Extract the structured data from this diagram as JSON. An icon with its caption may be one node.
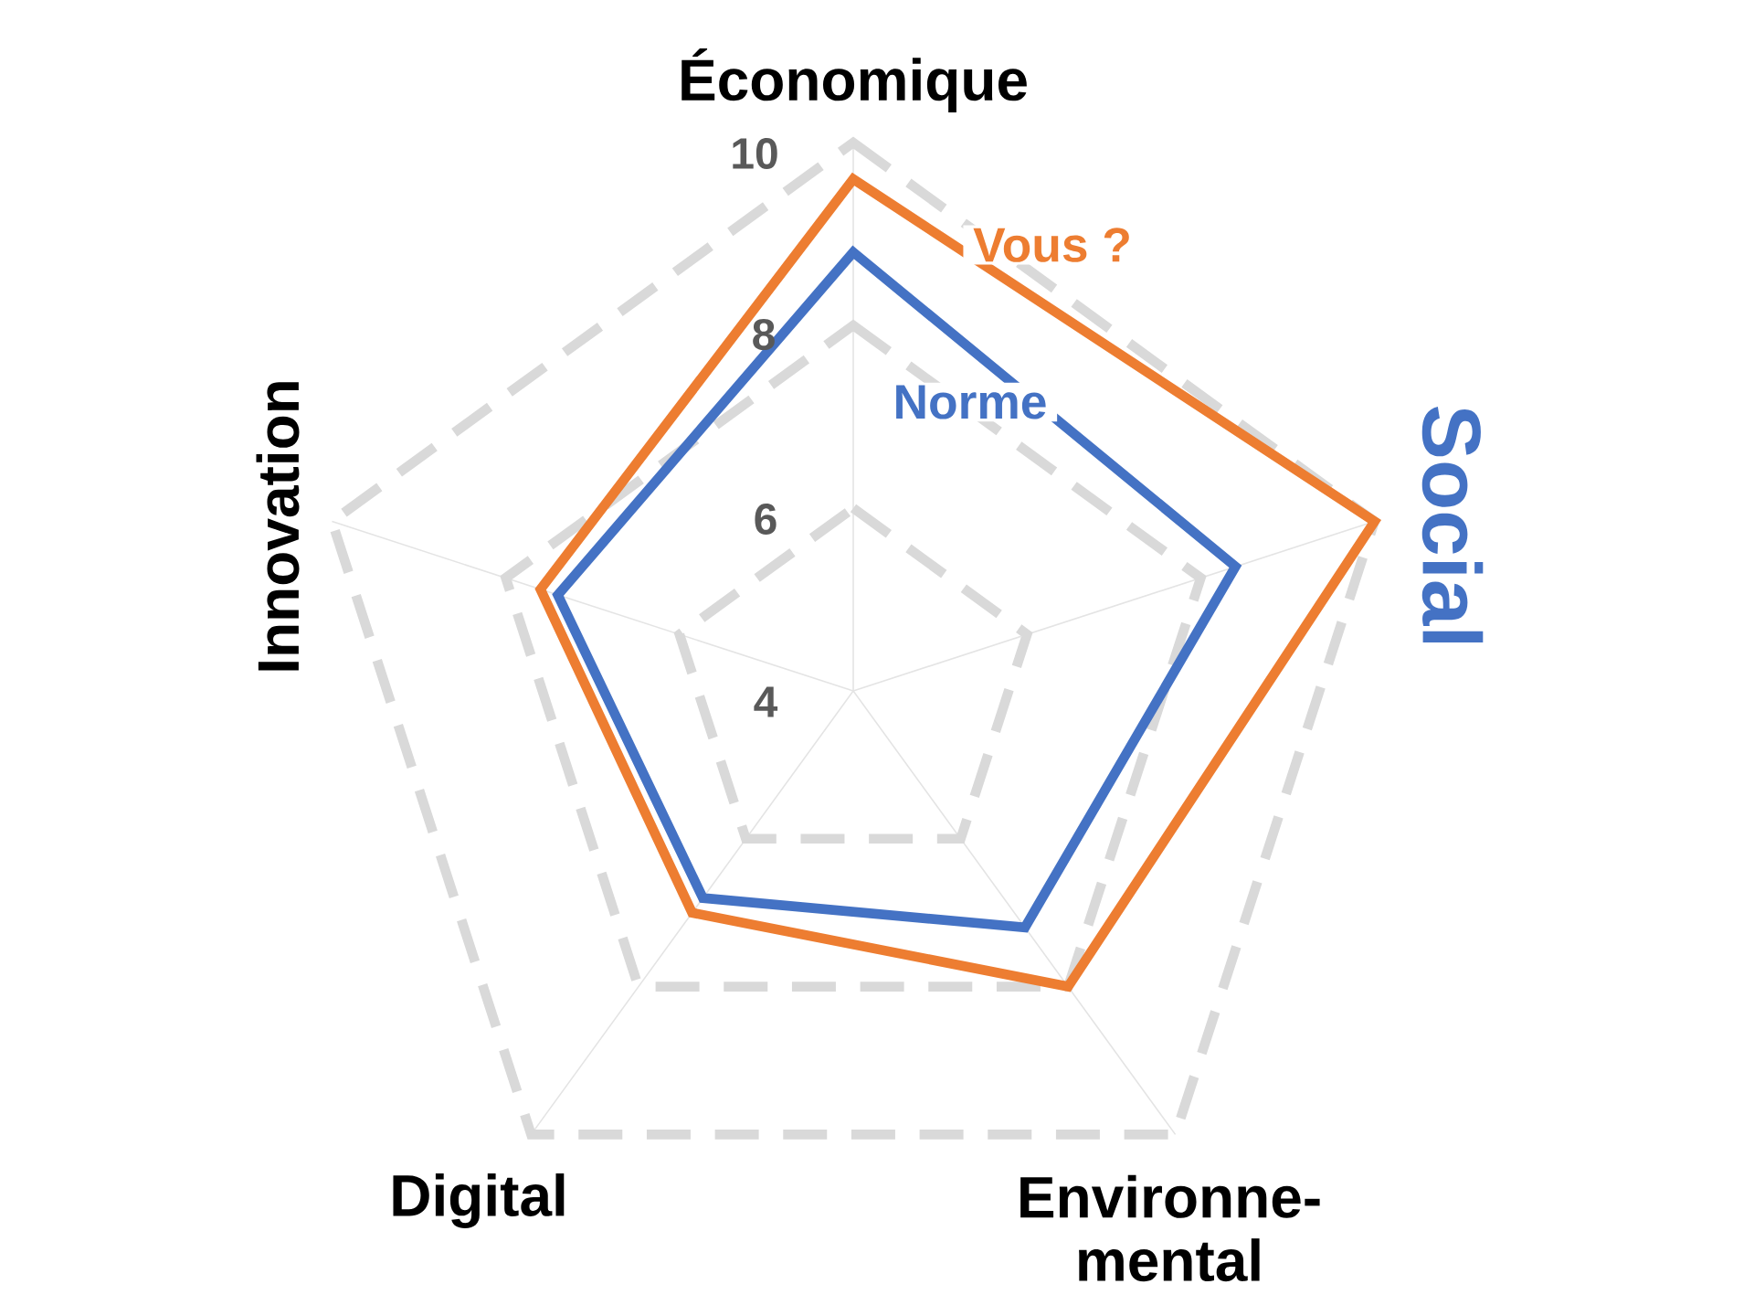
{
  "diagram": {
    "labels": [
      "Économique",
      "10",
      "Vous ?",
      "8",
      "Norme",
      "Innovation",
      "Social",
      "6",
      "4",
      "Digital",
      "Environne- mental"
    ]
  }
}
